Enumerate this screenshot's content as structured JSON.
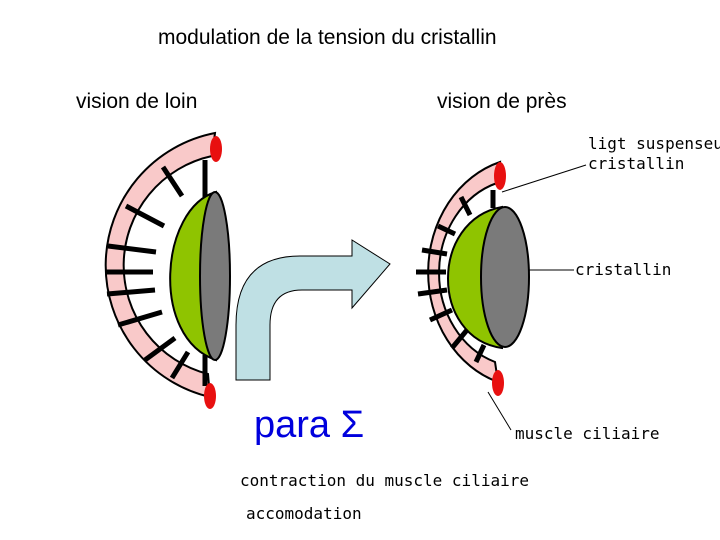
{
  "title": "modulation de la tension du cristallin",
  "far_vision": {
    "label": "vision de loin"
  },
  "near_vision": {
    "label": "vision de près"
  },
  "annotations": {
    "ligament_line1": "ligt suspenseur",
    "ligament_line2": "cristallin",
    "lens": "cristallin",
    "ciliary_muscle": "muscle ciliaire"
  },
  "transition": {
    "system": "para Σ",
    "contraction": "contraction du muscle ciliaire",
    "result": "accomodation"
  },
  "colors": {
    "muscle_ring": "#f9c9c9",
    "lens_green": "#8fc400",
    "lens_gray": "#7a7a7a",
    "endpoint_red": "#e81010",
    "arrow_fill": "#bfe0e4"
  }
}
